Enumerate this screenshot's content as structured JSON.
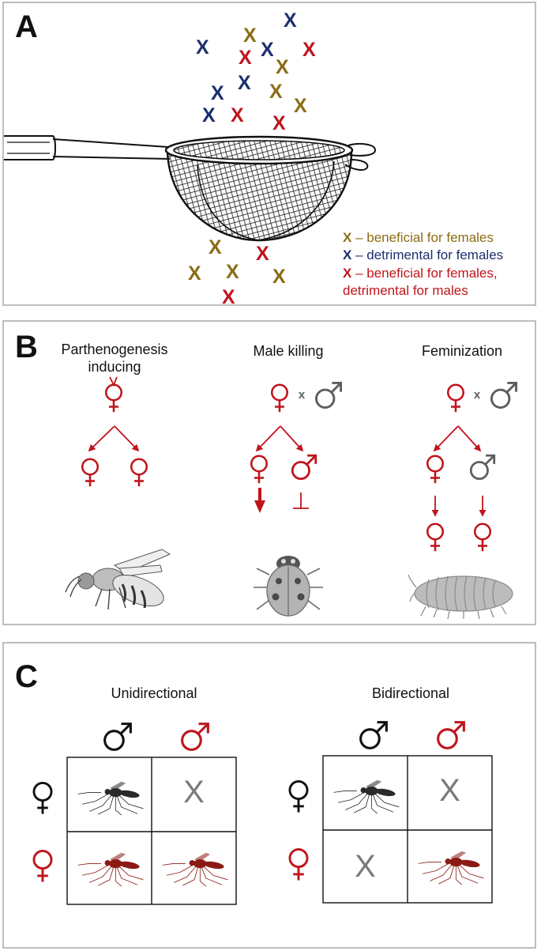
{
  "colors": {
    "gold": "#8a6d14",
    "blue": "#1b2f6e",
    "red": "#c0141c",
    "gray": "#5e5e5e",
    "black": "#111111"
  },
  "panelA": {
    "label": "A",
    "mark": "X",
    "legend": [
      {
        "mark": "X",
        "text": " – beneficial for females",
        "color": "gold"
      },
      {
        "mark": "X",
        "text": " – detrimental for females",
        "color": "blue"
      },
      {
        "mark": "X",
        "text": " – beneficial for females,",
        "color": "red"
      },
      {
        "mark": "",
        "text": "detrimental for males",
        "color": "red"
      }
    ]
  },
  "panelB": {
    "label": "B",
    "columns": [
      {
        "title": "Parthenogenesis inducing",
        "organism": "wasp-icon"
      },
      {
        "title": "Male killing",
        "organism": "ladybird-icon"
      },
      {
        "title": "Feminization",
        "organism": "woodlouse-icon"
      }
    ],
    "cross": "x"
  },
  "panelC": {
    "label": "C",
    "grids": [
      {
        "title": "Unidirectional",
        "cells": [
          "mosquito",
          "X",
          "mosquito",
          "mosquito"
        ]
      },
      {
        "title": "Bidirectional",
        "cells": [
          "mosquito",
          "X",
          "X",
          "mosquito"
        ]
      }
    ]
  }
}
